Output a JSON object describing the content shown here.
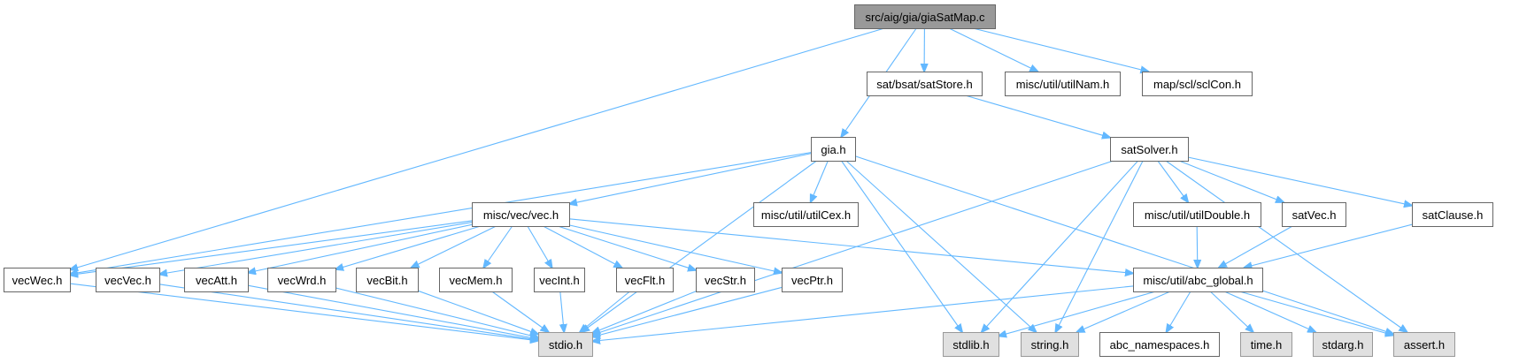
{
  "title": "src/aig/gia/giaSatMap.c",
  "colors": {
    "edge": "#63b8ff",
    "root_fill": "#999999",
    "system_fill": "#e0e0e0",
    "normal_fill": "#ffffff",
    "border": "#666666"
  },
  "nodes": [
    {
      "id": "root",
      "label": "src/aig/gia/giaSatMap.c",
      "kind": "root"
    },
    {
      "id": "satStore",
      "label": "sat/bsat/satStore.h",
      "kind": "normal"
    },
    {
      "id": "utilNam",
      "label": "misc/util/utilNam.h",
      "kind": "normal"
    },
    {
      "id": "sclCon",
      "label": "map/scl/sclCon.h",
      "kind": "normal"
    },
    {
      "id": "gia",
      "label": "gia.h",
      "kind": "normal"
    },
    {
      "id": "satSolver",
      "label": "satSolver.h",
      "kind": "normal"
    },
    {
      "id": "vec",
      "label": "misc/vec/vec.h",
      "kind": "normal"
    },
    {
      "id": "utilCex",
      "label": "misc/util/utilCex.h",
      "kind": "normal"
    },
    {
      "id": "utilDouble",
      "label": "misc/util/utilDouble.h",
      "kind": "normal"
    },
    {
      "id": "satVec",
      "label": "satVec.h",
      "kind": "normal"
    },
    {
      "id": "satClause",
      "label": "satClause.h",
      "kind": "normal"
    },
    {
      "id": "vecWec",
      "label": "vecWec.h",
      "kind": "normal"
    },
    {
      "id": "vecVec",
      "label": "vecVec.h",
      "kind": "normal"
    },
    {
      "id": "vecAtt",
      "label": "vecAtt.h",
      "kind": "normal"
    },
    {
      "id": "vecWrd",
      "label": "vecWrd.h",
      "kind": "normal"
    },
    {
      "id": "vecBit",
      "label": "vecBit.h",
      "kind": "normal"
    },
    {
      "id": "vecMem",
      "label": "vecMem.h",
      "kind": "normal"
    },
    {
      "id": "vecInt",
      "label": "vecInt.h",
      "kind": "normal"
    },
    {
      "id": "vecFlt",
      "label": "vecFlt.h",
      "kind": "normal"
    },
    {
      "id": "vecStr",
      "label": "vecStr.h",
      "kind": "normal"
    },
    {
      "id": "vecPtr",
      "label": "vecPtr.h",
      "kind": "normal"
    },
    {
      "id": "abcGlobal",
      "label": "misc/util/abc_global.h",
      "kind": "normal"
    },
    {
      "id": "stdio",
      "label": "stdio.h",
      "kind": "system"
    },
    {
      "id": "stdlib",
      "label": "stdlib.h",
      "kind": "system"
    },
    {
      "id": "string",
      "label": "string.h",
      "kind": "system"
    },
    {
      "id": "abcNamespaces",
      "label": "abc_namespaces.h",
      "kind": "normal"
    },
    {
      "id": "time",
      "label": "time.h",
      "kind": "system"
    },
    {
      "id": "stdarg",
      "label": "stdarg.h",
      "kind": "system"
    },
    {
      "id": "assert",
      "label": "assert.h",
      "kind": "system"
    }
  ],
  "edges": [
    [
      "root",
      "vecWec"
    ],
    [
      "root",
      "gia"
    ],
    [
      "root",
      "satStore"
    ],
    [
      "root",
      "utilNam"
    ],
    [
      "root",
      "sclCon"
    ],
    [
      "satStore",
      "satSolver"
    ],
    [
      "gia",
      "vecWec"
    ],
    [
      "gia",
      "vec"
    ],
    [
      "gia",
      "stdio"
    ],
    [
      "gia",
      "utilCex"
    ],
    [
      "gia",
      "stdlib"
    ],
    [
      "gia",
      "string"
    ],
    [
      "gia",
      "assert"
    ],
    [
      "satSolver",
      "stdio"
    ],
    [
      "satSolver",
      "stdlib"
    ],
    [
      "satSolver",
      "string"
    ],
    [
      "satSolver",
      "utilDouble"
    ],
    [
      "satSolver",
      "satVec"
    ],
    [
      "satSolver",
      "satClause"
    ],
    [
      "satSolver",
      "assert"
    ],
    [
      "vec",
      "vecWec"
    ],
    [
      "vec",
      "vecVec"
    ],
    [
      "vec",
      "vecAtt"
    ],
    [
      "vec",
      "vecWrd"
    ],
    [
      "vec",
      "vecBit"
    ],
    [
      "vec",
      "vecMem"
    ],
    [
      "vec",
      "vecInt"
    ],
    [
      "vec",
      "vecFlt"
    ],
    [
      "vec",
      "vecStr"
    ],
    [
      "vec",
      "vecPtr"
    ],
    [
      "vec",
      "abcGlobal"
    ],
    [
      "utilDouble",
      "abcGlobal"
    ],
    [
      "satVec",
      "abcGlobal"
    ],
    [
      "satClause",
      "abcGlobal"
    ],
    [
      "vecWec",
      "stdio"
    ],
    [
      "vecVec",
      "stdio"
    ],
    [
      "vecAtt",
      "stdio"
    ],
    [
      "vecWrd",
      "stdio"
    ],
    [
      "vecBit",
      "stdio"
    ],
    [
      "vecMem",
      "stdio"
    ],
    [
      "vecInt",
      "stdio"
    ],
    [
      "vecFlt",
      "stdio"
    ],
    [
      "vecStr",
      "stdio"
    ],
    [
      "vecPtr",
      "stdio"
    ],
    [
      "abcGlobal",
      "stdio"
    ],
    [
      "abcGlobal",
      "stdlib"
    ],
    [
      "abcGlobal",
      "string"
    ],
    [
      "abcGlobal",
      "abcNamespaces"
    ],
    [
      "abcGlobal",
      "time"
    ],
    [
      "abcGlobal",
      "stdarg"
    ],
    [
      "abcGlobal",
      "assert"
    ]
  ]
}
